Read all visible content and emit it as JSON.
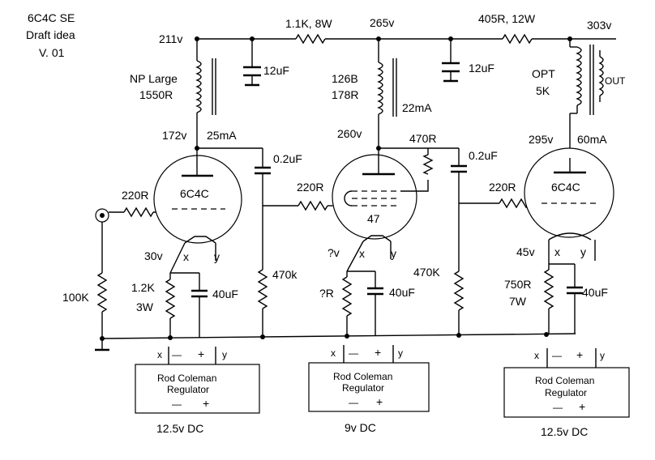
{
  "title": {
    "line1": "6C4C SE",
    "line2": "Draft idea",
    "line3": "V. 01"
  },
  "nodes": {
    "b_211": "211v",
    "b_265": "265v",
    "b_303": "303v",
    "plate1": "172v",
    "plate2": "260v",
    "plate3": "295v",
    "cath1": "30v",
    "cath2": "?v",
    "cath3": "45v"
  },
  "components": {
    "r_supply1": "1.1K, 8W",
    "r_supply2": "405R, 12W",
    "cap_supply1": "12uF",
    "cap_supply2": "12uF",
    "choke1_line1": "NP Large",
    "choke1_line2": "1550R",
    "choke2_line1": "126B",
    "choke2_line2": "178R",
    "opt_line1": "OPT",
    "opt_line2": "5K",
    "opt_out": "OUT",
    "current1": "25mA",
    "current2": "22mA",
    "current3": "60mA",
    "coupling1": "0.2uF",
    "coupling2": "0.2uF",
    "fb_resistor": "470R",
    "grid_stop1": "220R",
    "grid_stop2": "220R",
    "grid_stop3": "220R",
    "r_input": "100K",
    "r_grid2": "470k",
    "r_grid3": "470K",
    "rk1_line1": "1.2K",
    "rk1_line2": "3W",
    "rk2": "?R",
    "rk3_line1": "750R",
    "rk3_line2": "7W",
    "ck1": "40uF",
    "ck2": "40uF",
    "ck3": "40uF"
  },
  "tubes": {
    "v1": "6C4C",
    "v2": "47",
    "v3": "6C4C",
    "fil_x": "x",
    "fil_y": "y"
  },
  "regulators": {
    "name_line1": "Rod Coleman",
    "name_line2": "Regulator",
    "minus": "—",
    "plus": "+",
    "x": "x",
    "y": "y",
    "supply1": "12.5v DC",
    "supply2": "9v DC",
    "supply3": "12.5v DC"
  },
  "colors": {
    "ink": "#000000",
    "background": "#ffffff"
  }
}
